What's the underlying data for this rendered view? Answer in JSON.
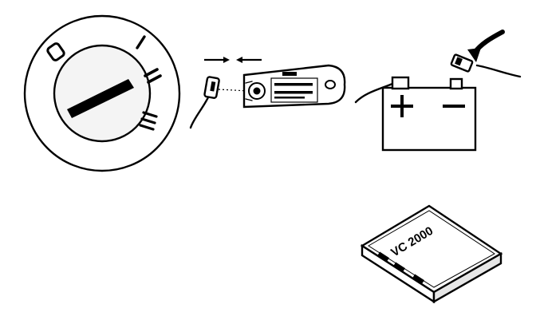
{
  "ignition": {
    "position_labels": [
      "0",
      "I",
      "II",
      "III"
    ]
  },
  "key_fob": {
    "label_line1": "",
    "label_line2": ""
  },
  "battery": {
    "plus_symbol": "+",
    "minus_symbol": "−"
  },
  "code_module": {
    "label": "VC 2000"
  }
}
